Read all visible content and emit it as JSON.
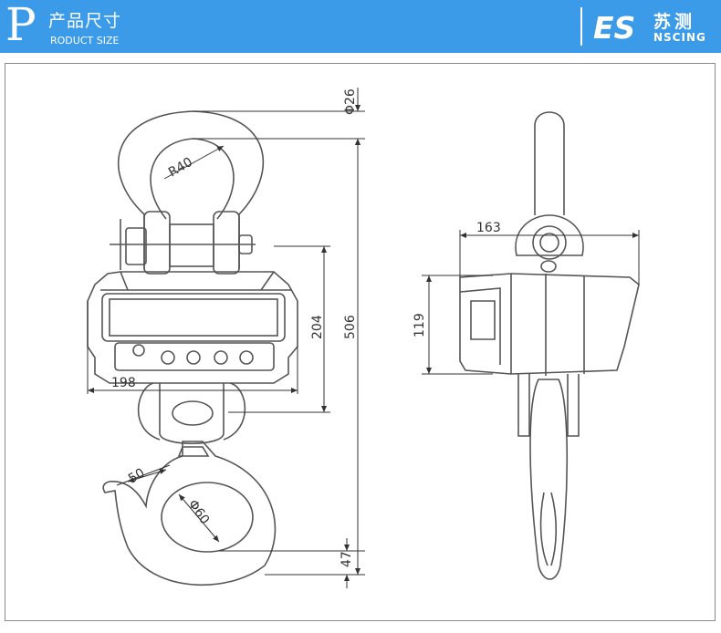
{
  "header": {
    "letter": "P",
    "title_cn": "产品尺寸",
    "title_en": "RODUCT SIZE"
  },
  "logo": {
    "mark": "ES",
    "cn": "苏测",
    "en": "NSCING"
  },
  "colors": {
    "header_bg": "#3b9be8",
    "line": "#555555",
    "dim": "#333333"
  },
  "dimensions": {
    "d26": "Φ26",
    "r40": "R40",
    "h204": "204",
    "h506": "506",
    "w198": "198",
    "w50": "50",
    "d60": "Φ60",
    "h47": "47",
    "w163": "163",
    "h119": "119"
  }
}
